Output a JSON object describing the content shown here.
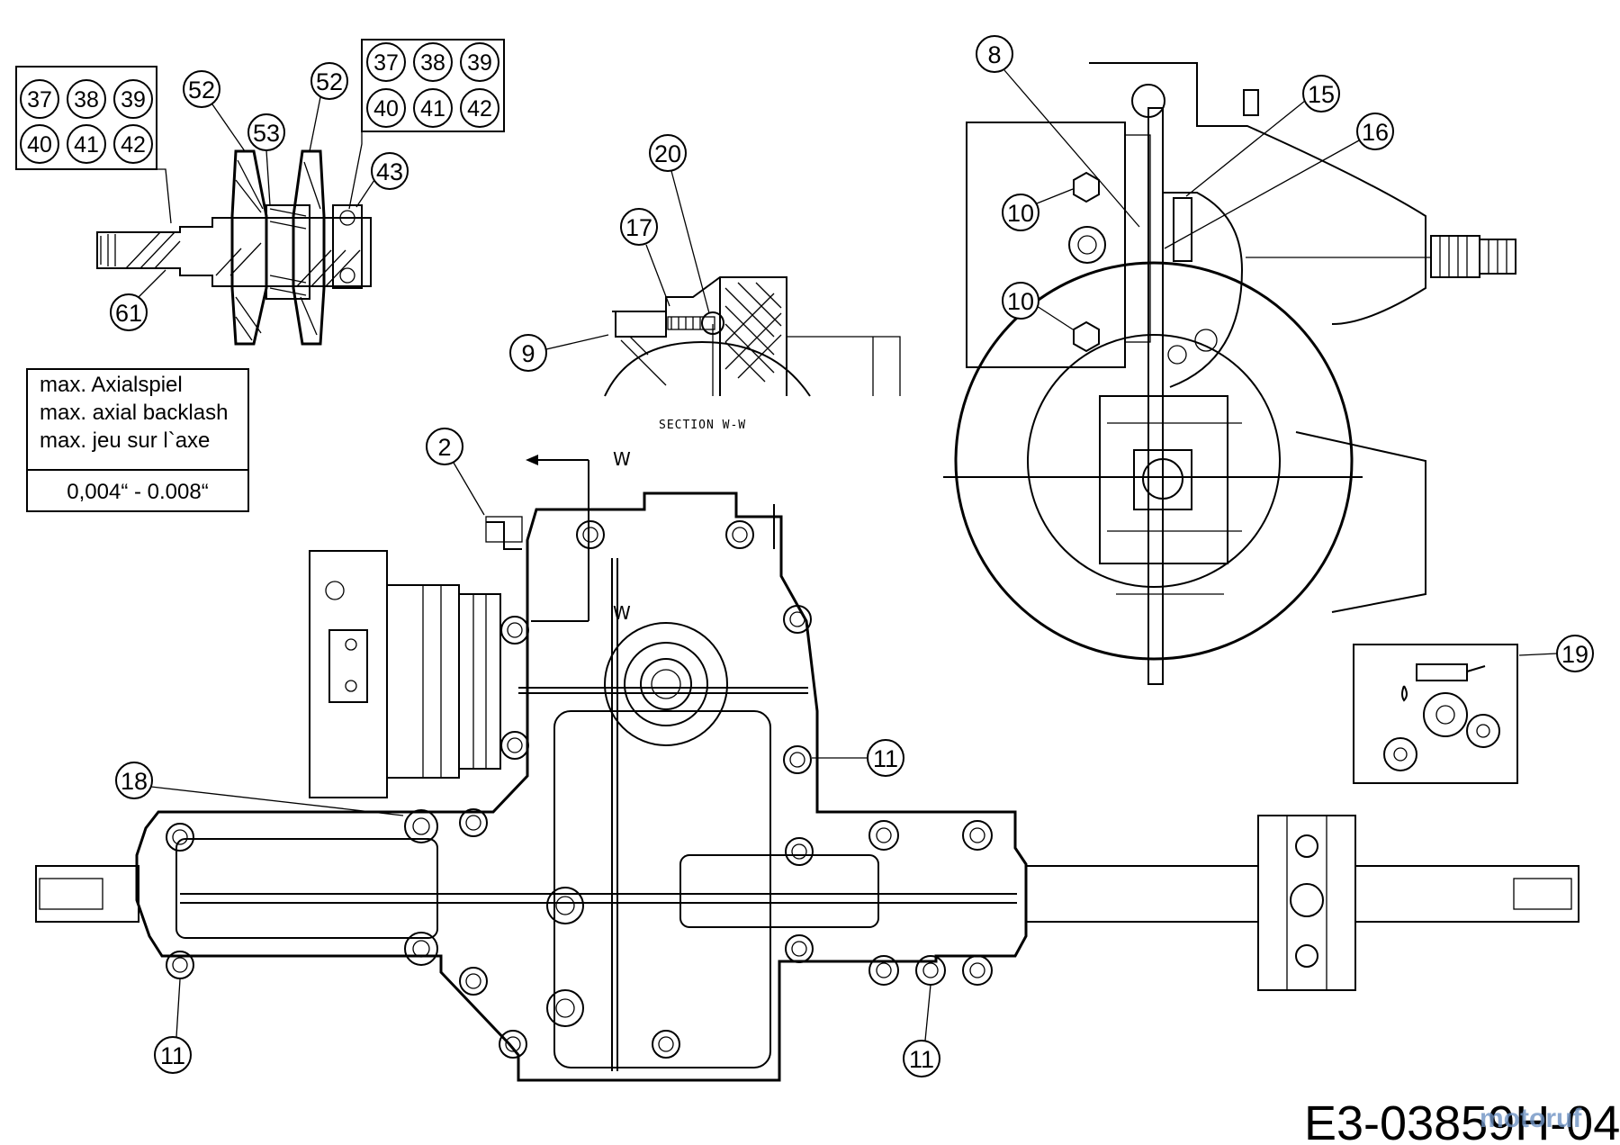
{
  "callouts": {
    "c2": "2",
    "c8": "8",
    "c9": "9",
    "c10a": "10",
    "c10b": "10",
    "c11a": "11",
    "c11b": "11",
    "c11c": "11",
    "c15": "15",
    "c16": "16",
    "c17": "17",
    "c18": "18",
    "c19": "19",
    "c20": "20",
    "c43": "43",
    "c52a": "52",
    "c52b": "52",
    "c53": "53",
    "c61": "61"
  },
  "part_grid_left": [
    "37",
    "38",
    "39",
    "40",
    "41",
    "42"
  ],
  "part_grid_right": [
    "37",
    "38",
    "39",
    "40",
    "41",
    "42"
  ],
  "note": {
    "line1": "max. Axialspiel",
    "line2": "max. axial backlash",
    "line3": "max. jeu sur l`axe",
    "value": "0,004“ - 0.008“"
  },
  "section_label": "SECTION W-W",
  "section_marker_top": "W",
  "section_marker_bottom": "W",
  "drawing_code": "E3-03859H-04",
  "watermark": "motoruf"
}
